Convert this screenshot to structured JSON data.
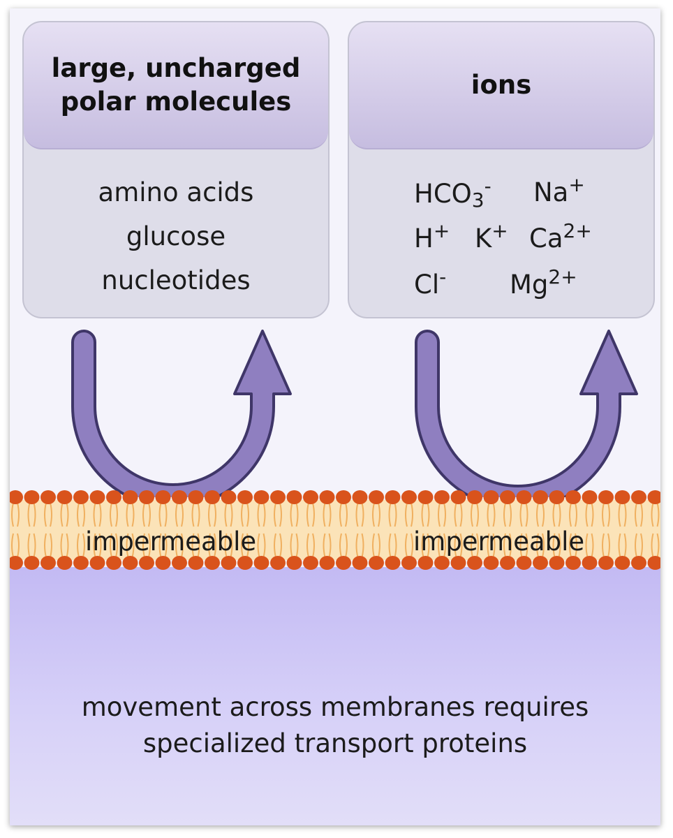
{
  "left_box": {
    "title_lines": [
      "large, uncharged",
      "polar molecules"
    ],
    "items": [
      "amino acids",
      "glucose",
      "nucleotides"
    ]
  },
  "right_box": {
    "title": "ions",
    "ions": [
      {
        "base": "HCO",
        "sub": "3",
        "sup": "-"
      },
      {
        "base": "Na",
        "sub": "",
        "sup": "+"
      },
      {
        "base": "H",
        "sub": "",
        "sup": "+"
      },
      {
        "base": "K",
        "sub": "",
        "sup": "+"
      },
      {
        "base": "Ca",
        "sub": "",
        "sup": "2+"
      },
      {
        "base": "Cl",
        "sub": "",
        "sup": "-"
      },
      {
        "base": "Mg",
        "sub": "",
        "sup": "2+"
      }
    ]
  },
  "membrane": {
    "left_label": "impermeable",
    "right_label": "impermeable"
  },
  "caption_lines": [
    "movement across membranes requires",
    "specialized transport proteins"
  ],
  "colors": {
    "arrow_fill": "#8f7fc0",
    "arrow_stroke": "#3f3668",
    "membrane_core": "#fbe3b8",
    "lipid_head": "#d9531c",
    "lipid_tail": "#f0b060",
    "lower_compartment": "#c3baf3"
  }
}
